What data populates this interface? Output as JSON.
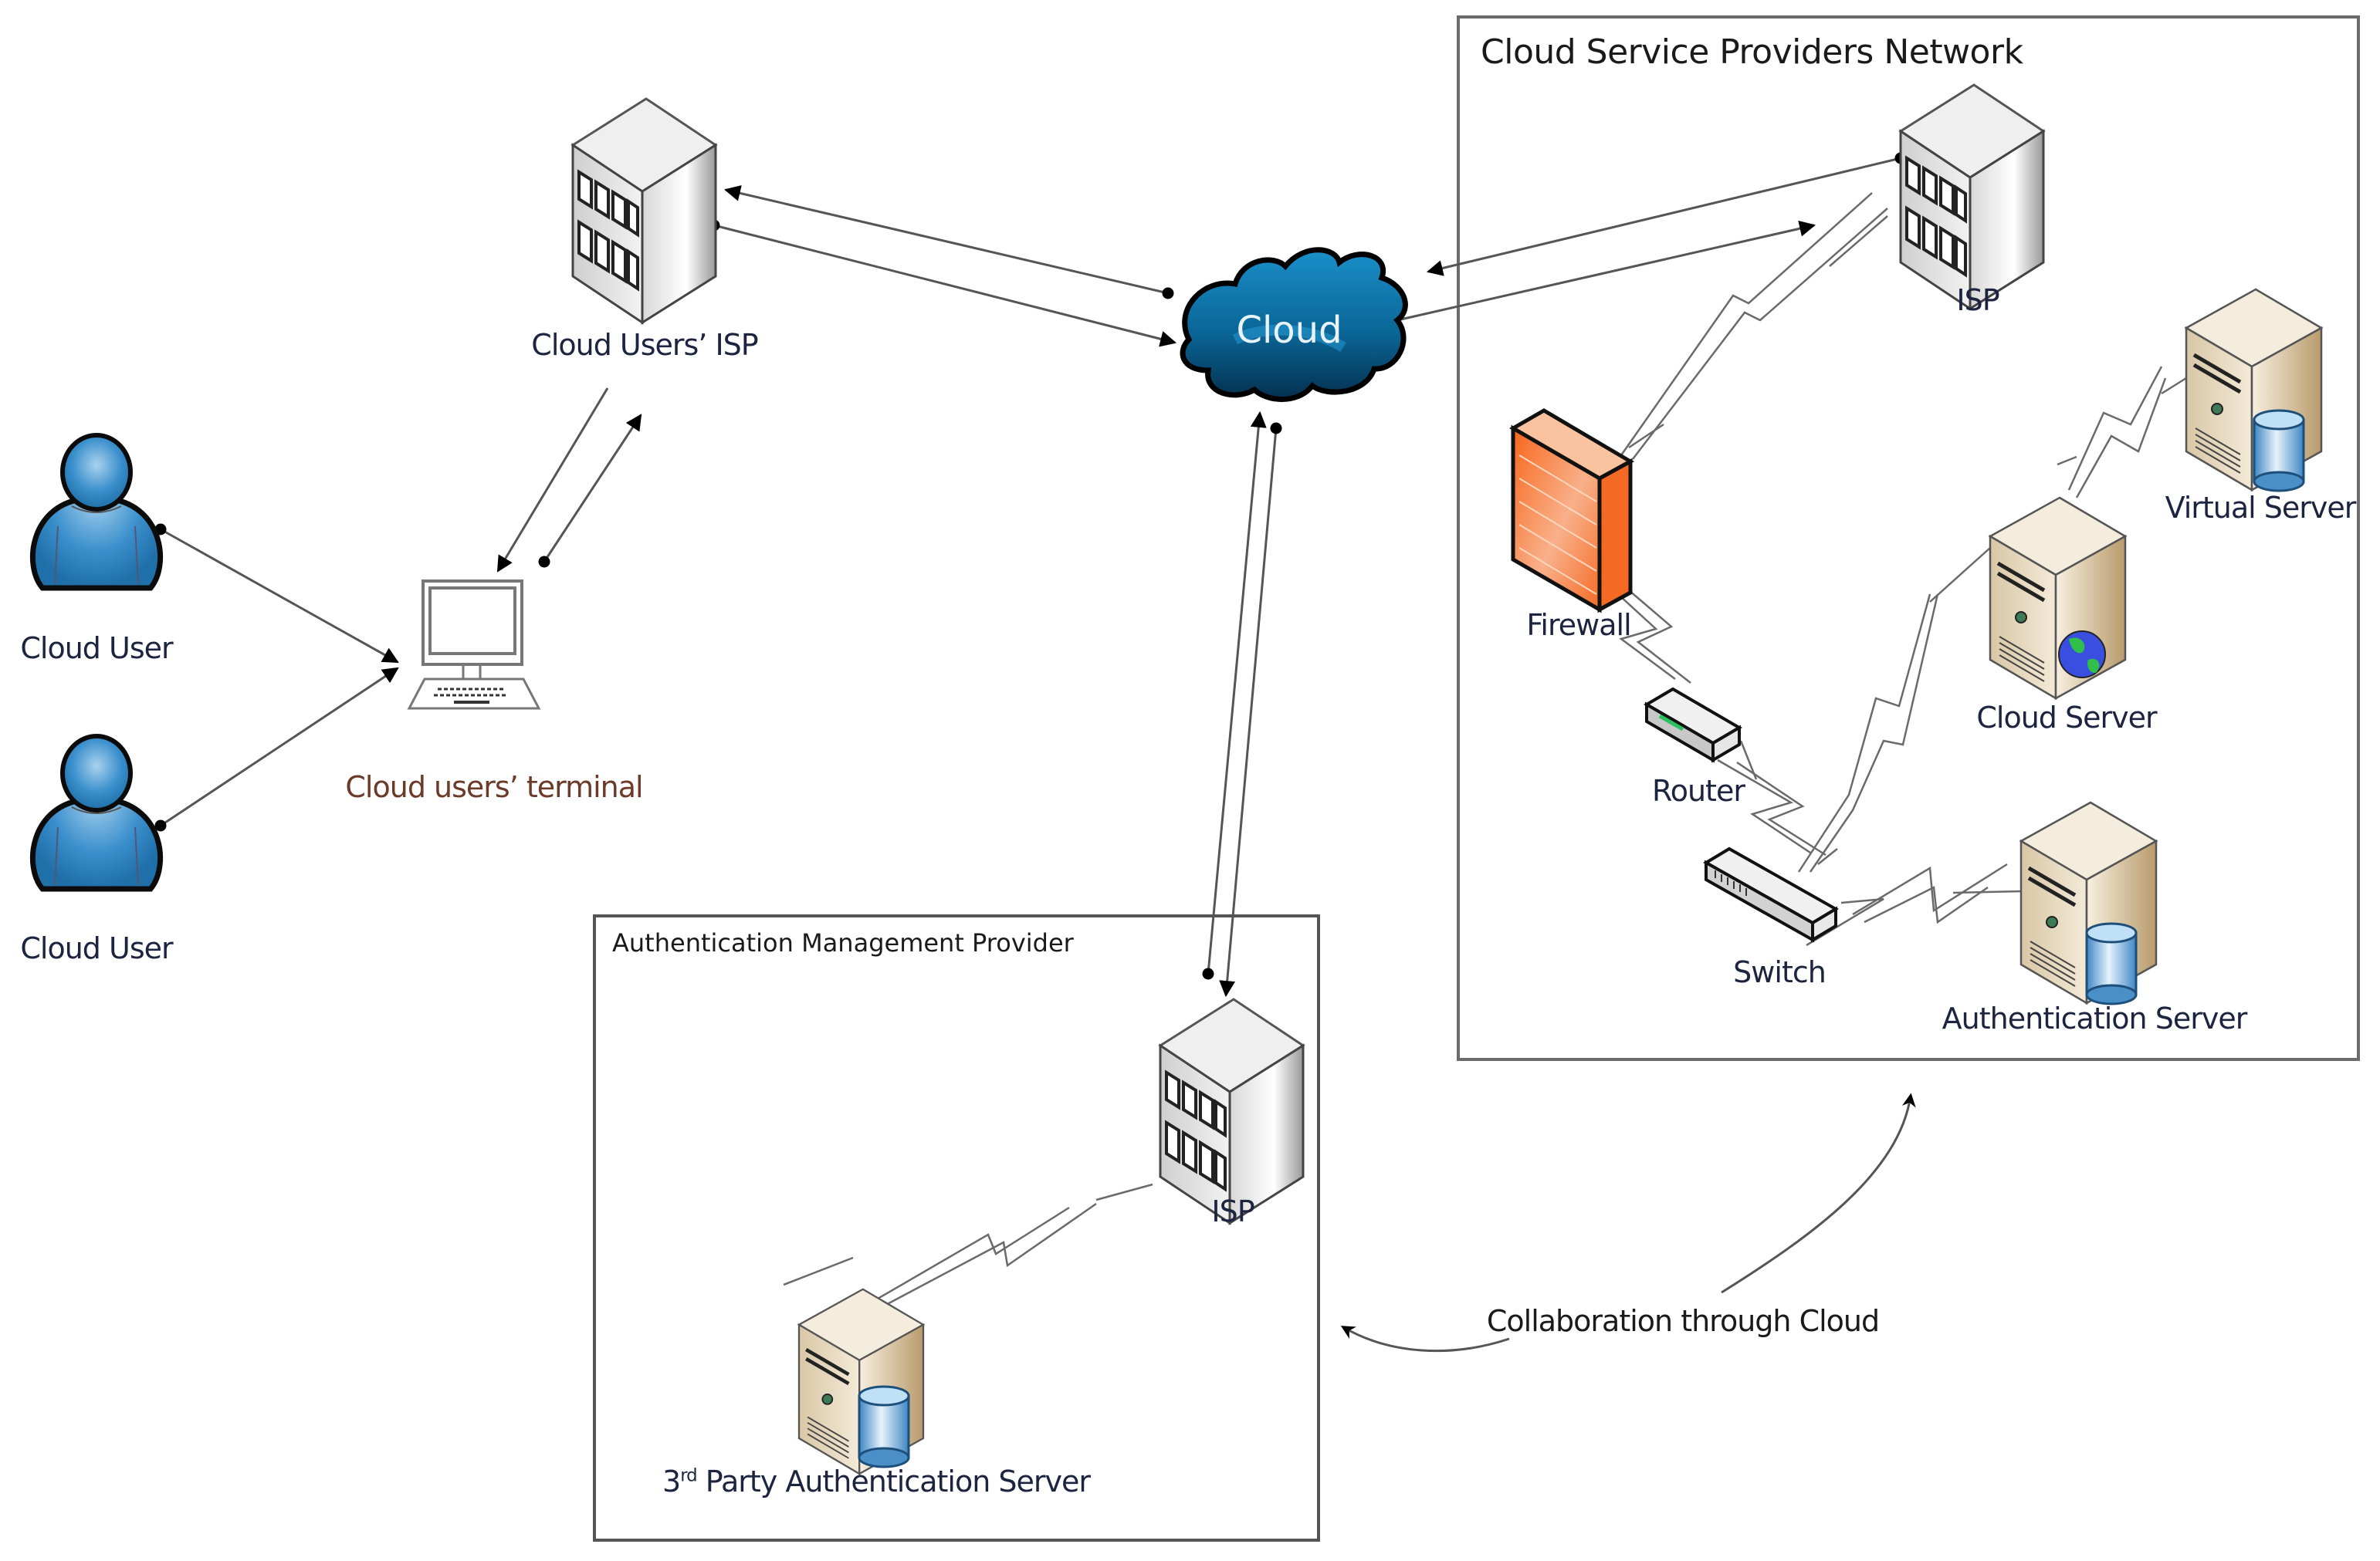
{
  "title": "Cloud authentication network architecture",
  "groups": {
    "csp_network": {
      "title": "Cloud Service Providers Network"
    },
    "auth_provider": {
      "title": "Authentication Management Provider"
    }
  },
  "nodes": {
    "user_1": {
      "label": "Cloud User",
      "icon": "user-icon"
    },
    "user_2": {
      "label": "Cloud User",
      "icon": "user-icon"
    },
    "terminal": {
      "label": "Cloud users’ terminal",
      "icon": "computer-terminal-icon"
    },
    "users_isp": {
      "label": "Cloud Users’ ISP",
      "icon": "isp-building-icon"
    },
    "cloud": {
      "label": "Cloud",
      "icon": "cloud-icon"
    },
    "csp_isp": {
      "label": "ISP",
      "icon": "isp-building-icon"
    },
    "firewall": {
      "label": "Firewall",
      "icon": "firewall-icon"
    },
    "router": {
      "label": "Router",
      "icon": "router-icon"
    },
    "switch": {
      "label": "Switch",
      "icon": "switch-icon"
    },
    "virtual_server": {
      "label": "Virtual Server",
      "icon": "database-server-icon"
    },
    "cloud_server": {
      "label": "Cloud Server",
      "icon": "web-server-icon"
    },
    "auth_server": {
      "label": "Authentication Server",
      "icon": "database-server-icon"
    },
    "amp_isp": {
      "label": "ISP",
      "icon": "isp-building-icon"
    },
    "third_party_server": {
      "label_sup": "rd",
      "label_prefix": "3",
      "label_rest": " Party Authentication Server",
      "icon": "database-server-icon"
    }
  },
  "edges": [
    {
      "from": "user_1",
      "to": "terminal",
      "type": "arrow"
    },
    {
      "from": "user_2",
      "to": "terminal",
      "type": "arrow"
    },
    {
      "from": "terminal",
      "to": "users_isp",
      "type": "bidirectional-arrows"
    },
    {
      "from": "users_isp",
      "to": "cloud",
      "type": "bidirectional-arrows"
    },
    {
      "from": "cloud",
      "to": "csp_isp",
      "type": "bidirectional-arrows"
    },
    {
      "from": "cloud",
      "to": "amp_isp",
      "type": "bidirectional-arrows"
    },
    {
      "from": "csp_isp",
      "to": "firewall",
      "type": "lightning-link"
    },
    {
      "from": "firewall",
      "to": "router",
      "type": "lightning-link"
    },
    {
      "from": "router",
      "to": "switch",
      "type": "lightning-link"
    },
    {
      "from": "switch",
      "to": "cloud_server",
      "type": "lightning-link"
    },
    {
      "from": "cloud_server",
      "to": "virtual_server",
      "type": "lightning-link"
    },
    {
      "from": "switch",
      "to": "auth_server",
      "type": "lightning-link"
    },
    {
      "from": "amp_isp",
      "to": "third_party_server",
      "type": "lightning-link"
    },
    {
      "from": "auth_provider",
      "to": "csp_network",
      "type": "curved-arrows",
      "label": "Collaboration through Cloud"
    }
  ],
  "colors": {
    "user_blue": "#2f86c4",
    "cloud_blue": "#0b5f8f",
    "firewall_orange": "#f46a25",
    "server_beige": "#e8dcc4",
    "db_blue": "#8fc3e8",
    "label_text": "#1c2440",
    "terminal_label": "#6b3a28"
  }
}
